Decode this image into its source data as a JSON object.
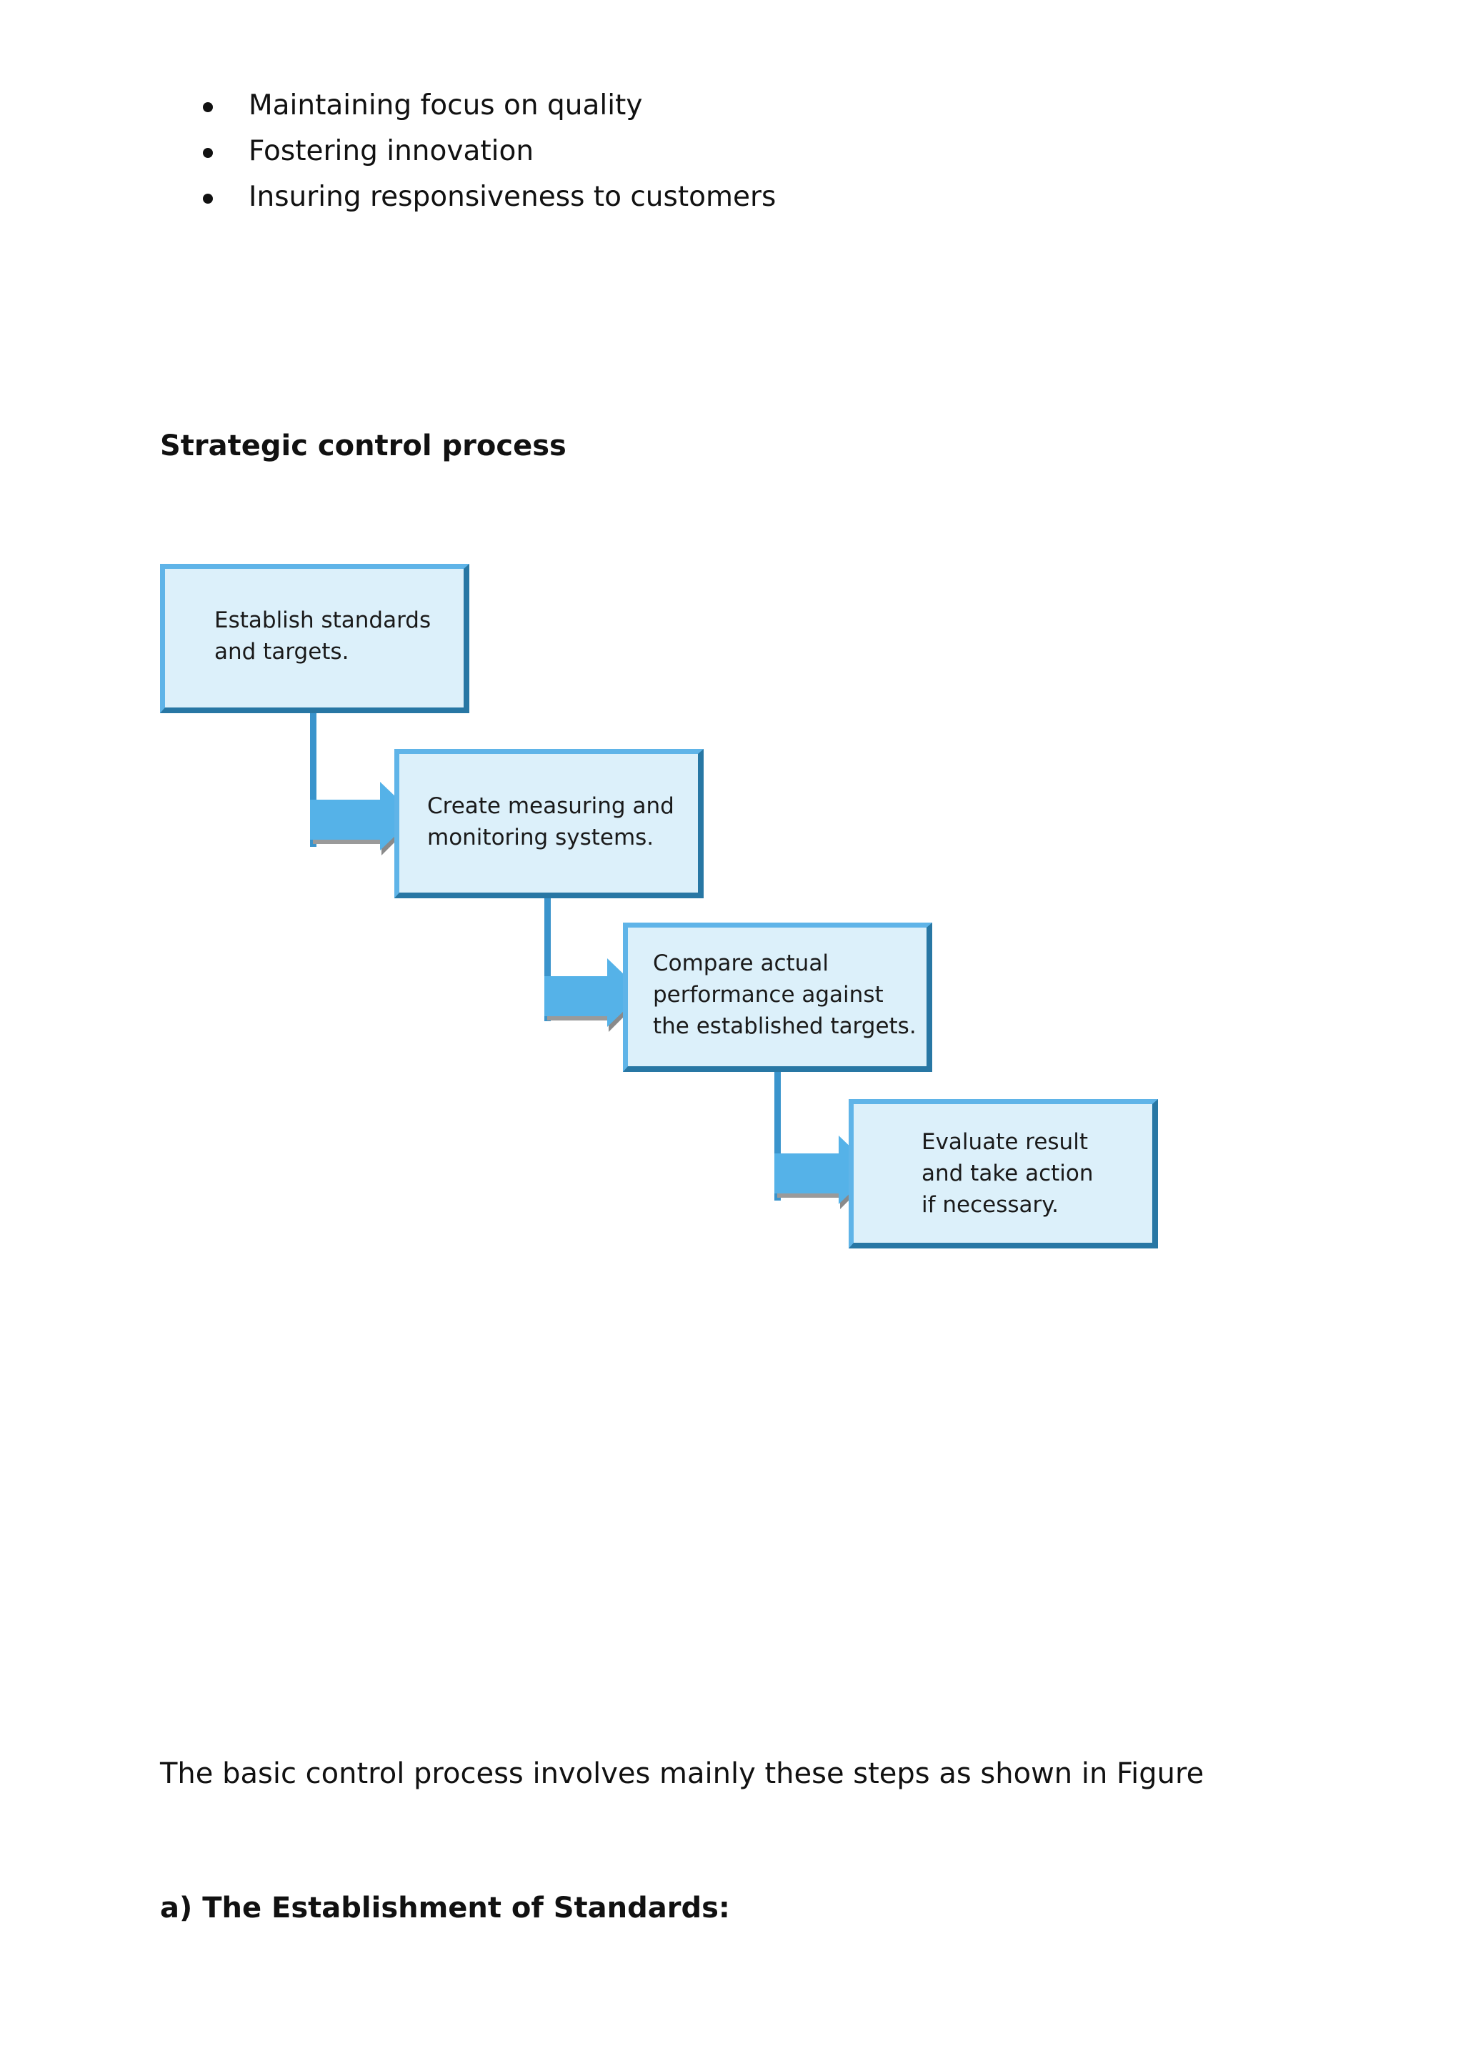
{
  "bullets": [
    "Maintaining focus on quality",
    "Fostering innovation",
    "Insuring responsiveness to customers"
  ],
  "section_heading": "Strategic control process",
  "diagram": {
    "steps": [
      "Establish standards\nand targets.",
      "Create measuring and\nmonitoring systems.",
      "Compare actual\nperformance against\nthe established targets.",
      "Evaluate result\nand take action\nif necessary."
    ],
    "colors": {
      "box_fill": "#dcf0fa",
      "box_border_light": "#5fb4e8",
      "box_border_dark": "#2877a4",
      "arrow": "#55b2e8",
      "connector": "#3a94cc"
    }
  },
  "body_text": "The basic control process involves mainly these steps as shown in Figure",
  "subheading": "a) The Establishment of Standards:"
}
